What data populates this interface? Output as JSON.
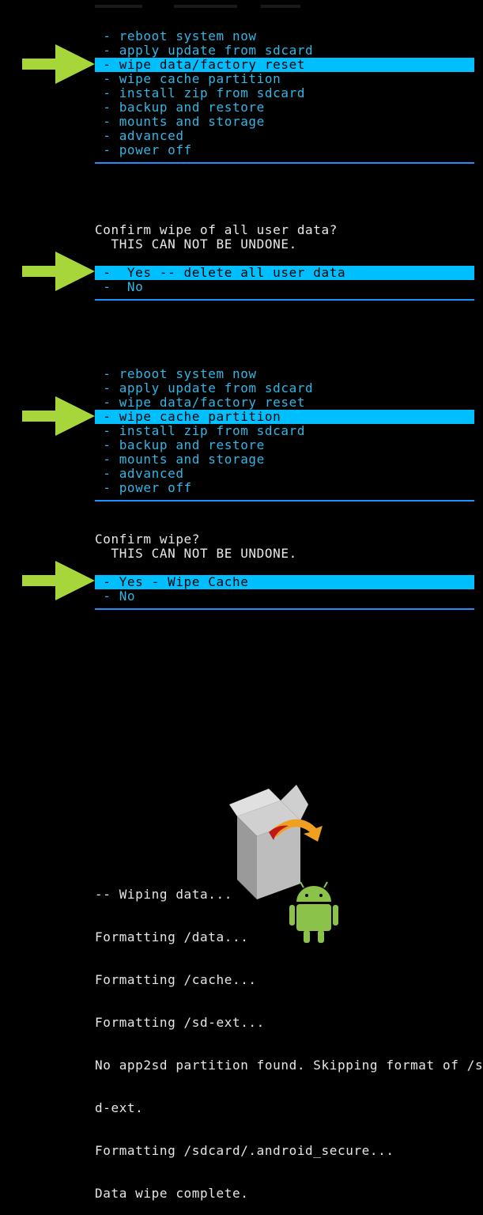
{
  "menu1": {
    "items": [
      " - reboot system now",
      " - apply update from sdcard",
      " - wipe data/factory reset",
      " - wipe cache partition",
      " - install zip from sdcard",
      " - backup and restore",
      " - mounts and storage",
      " - advanced",
      " - power off"
    ],
    "selected_index": 2
  },
  "confirm1": {
    "title": "Confirm wipe of all user data?",
    "warning": "  THIS CAN NOT BE UNDONE.",
    "options": [
      " -  Yes -- delete all user data",
      " -  No"
    ],
    "selected_index": 0
  },
  "menu2": {
    "items": [
      " - reboot system now",
      " - apply update from sdcard",
      " - wipe data/factory reset",
      " - wipe cache partition",
      " - install zip from sdcard",
      " - backup and restore",
      " - mounts and storage",
      " - advanced",
      " - power off"
    ],
    "selected_index": 3
  },
  "confirm2": {
    "title": "Confirm wipe?",
    "warning": "  THIS CAN NOT BE UNDONE.",
    "options": [
      " - Yes - Wipe Cache",
      " - No"
    ],
    "selected_index": 0
  },
  "log": {
    "lines": [
      "-- Wiping data...",
      "Formatting /data...",
      "Formatting /cache...",
      "Formatting /sd-ext...",
      "No app2sd partition found. Skipping format of /s",
      "d-ext.",
      "Formatting /sdcard/.android_secure...",
      "Data wipe complete."
    ]
  },
  "colors": {
    "background": "#000000",
    "menu_text": "#33b5e5",
    "selection": "#00bfff",
    "divider": "#1e90ff",
    "arrow": "#a6d63a"
  },
  "icons": {
    "pointer": "green-arrow-icon",
    "robot": "android-robot-icon"
  }
}
